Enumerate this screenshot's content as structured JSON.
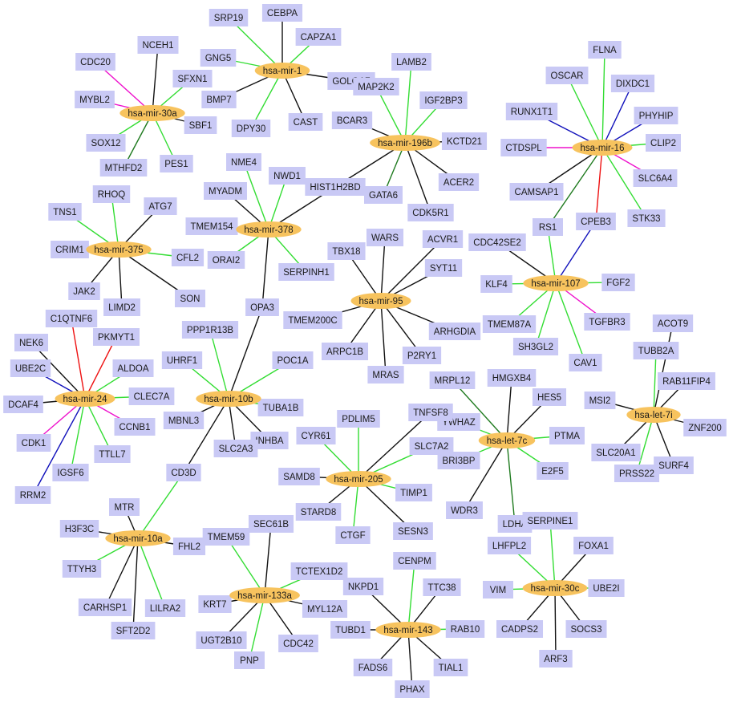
{
  "colors": {
    "background": "#ffffff",
    "gene_fill": "#c9c9f5",
    "mirna_fill": "#f7c35e",
    "edge_green": "#33dd33",
    "edge_darkgreen": "#1e7a1e",
    "edge_black": "#111111",
    "edge_red": "#ee1111",
    "edge_magenta": "#ee11cc",
    "edge_blue": "#1111bb"
  },
  "mirnas": [
    {
      "id": "mir1",
      "label": "hsa-mir-1"
    },
    {
      "id": "mir30a",
      "label": "hsa-mir-30a"
    },
    {
      "id": "mir196b",
      "label": "hsa-mir-196b"
    },
    {
      "id": "mir16",
      "label": "hsa-mir-16"
    },
    {
      "id": "mir378",
      "label": "hsa-mir-378"
    },
    {
      "id": "mir375",
      "label": "hsa-mir-375"
    },
    {
      "id": "mir95",
      "label": "hsa-mir-95"
    },
    {
      "id": "mir107",
      "label": "hsa-mir-107"
    },
    {
      "id": "mir24",
      "label": "hsa-mir-24"
    },
    {
      "id": "mir10b",
      "label": "hsa-mir-10b"
    },
    {
      "id": "let7c",
      "label": "hsa-let-7c"
    },
    {
      "id": "let7i",
      "label": "hsa-let-7i"
    },
    {
      "id": "mir205",
      "label": "hsa-mir-205"
    },
    {
      "id": "mir10a",
      "label": "hsa-mir-10a"
    },
    {
      "id": "mir133a",
      "label": "hsa-mir-133a"
    },
    {
      "id": "mir143",
      "label": "hsa-mir-143"
    },
    {
      "id": "mir30c",
      "label": "hsa-mir-30c"
    }
  ],
  "genes": [
    {
      "id": "SRP19",
      "label": "SRP19"
    },
    {
      "id": "CEBPA",
      "label": "CEBPA"
    },
    {
      "id": "CAPZA1",
      "label": "CAPZA1"
    },
    {
      "id": "GNG5",
      "label": "GNG5"
    },
    {
      "id": "GOLGA7",
      "label": "GOLGA7"
    },
    {
      "id": "BMP7",
      "label": "BMP7"
    },
    {
      "id": "CAST",
      "label": "CAST"
    },
    {
      "id": "DPY30",
      "label": "DPY30"
    },
    {
      "id": "NCEH1",
      "label": "NCEH1"
    },
    {
      "id": "CDC20",
      "label": "CDC20"
    },
    {
      "id": "SFXN1",
      "label": "SFXN1"
    },
    {
      "id": "MYBL2",
      "label": "MYBL2"
    },
    {
      "id": "SBF1",
      "label": "SBF1"
    },
    {
      "id": "SOX12",
      "label": "SOX12"
    },
    {
      "id": "MTHFD2",
      "label": "MTHFD2"
    },
    {
      "id": "PES1",
      "label": "PES1"
    },
    {
      "id": "LAMB2",
      "label": "LAMB2"
    },
    {
      "id": "MAP2K2",
      "label": "MAP2K2"
    },
    {
      "id": "IGF2BP3",
      "label": "IGF2BP3"
    },
    {
      "id": "BCAR3",
      "label": "BCAR3"
    },
    {
      "id": "KCTD21",
      "label": "KCTD21"
    },
    {
      "id": "HIST1H2BD",
      "label": "HIST1H2BD"
    },
    {
      "id": "ACER2",
      "label": "ACER2"
    },
    {
      "id": "GATA6",
      "label": "GATA6"
    },
    {
      "id": "CDK5R1",
      "label": "CDK5R1"
    },
    {
      "id": "FLNA",
      "label": "FLNA"
    },
    {
      "id": "OSCAR",
      "label": "OSCAR"
    },
    {
      "id": "DIXDC1",
      "label": "DIXDC1"
    },
    {
      "id": "RUNX1T1",
      "label": "RUNX1T1"
    },
    {
      "id": "PHYHIP",
      "label": "PHYHIP"
    },
    {
      "id": "CTDSPL",
      "label": "CTDSPL"
    },
    {
      "id": "CLIP2",
      "label": "CLIP2"
    },
    {
      "id": "SLC6A4",
      "label": "SLC6A4"
    },
    {
      "id": "CAMSAP1",
      "label": "CAMSAP1"
    },
    {
      "id": "STK33",
      "label": "STK33"
    },
    {
      "id": "RS1",
      "label": "RS1"
    },
    {
      "id": "CPEB3",
      "label": "CPEB3"
    },
    {
      "id": "NME4",
      "label": "NME4"
    },
    {
      "id": "NWD1",
      "label": "NWD1"
    },
    {
      "id": "MYADM",
      "label": "MYADM"
    },
    {
      "id": "TMEM154",
      "label": "TMEM154"
    },
    {
      "id": "SERPINH1",
      "label": "SERPINH1"
    },
    {
      "id": "ORAI2",
      "label": "ORAI2"
    },
    {
      "id": "OPA3",
      "label": "OPA3"
    },
    {
      "id": "RHOQ",
      "label": "RHOQ"
    },
    {
      "id": "TNS1",
      "label": "TNS1"
    },
    {
      "id": "ATG7",
      "label": "ATG7"
    },
    {
      "id": "CRIM1",
      "label": "CRIM1"
    },
    {
      "id": "CFL2",
      "label": "CFL2"
    },
    {
      "id": "JAK2",
      "label": "JAK2"
    },
    {
      "id": "LIMD2",
      "label": "LIMD2"
    },
    {
      "id": "SON",
      "label": "SON"
    },
    {
      "id": "WARS",
      "label": "WARS"
    },
    {
      "id": "TBX18",
      "label": "TBX18"
    },
    {
      "id": "ACVR1",
      "label": "ACVR1"
    },
    {
      "id": "SYT11",
      "label": "SYT11"
    },
    {
      "id": "TMEM200C",
      "label": "TMEM200C"
    },
    {
      "id": "ARHGDIA",
      "label": "ARHGDIA"
    },
    {
      "id": "ARPC1B",
      "label": "ARPC1B"
    },
    {
      "id": "P2RY1",
      "label": "P2RY1"
    },
    {
      "id": "MRAS",
      "label": "MRAS"
    },
    {
      "id": "CDC42SE2",
      "label": "CDC42SE2"
    },
    {
      "id": "KLF4",
      "label": "KLF4"
    },
    {
      "id": "FGF2",
      "label": "FGF2"
    },
    {
      "id": "TMEM87A",
      "label": "TMEM87A"
    },
    {
      "id": "TGFBR3",
      "label": "TGFBR3"
    },
    {
      "id": "SH3GL2",
      "label": "SH3GL2"
    },
    {
      "id": "CAV1",
      "label": "CAV1"
    },
    {
      "id": "C1QTNF6",
      "label": "C1QTNF6"
    },
    {
      "id": "NEK6",
      "label": "NEK6"
    },
    {
      "id": "PKMYT1",
      "label": "PKMYT1"
    },
    {
      "id": "UBE2C",
      "label": "UBE2C"
    },
    {
      "id": "ALDOA",
      "label": "ALDOA"
    },
    {
      "id": "DCAF4",
      "label": "DCAF4"
    },
    {
      "id": "CLEC7A",
      "label": "CLEC7A"
    },
    {
      "id": "CCNB1",
      "label": "CCNB1"
    },
    {
      "id": "CDK1",
      "label": "CDK1"
    },
    {
      "id": "TTLL7",
      "label": "TTLL7"
    },
    {
      "id": "IGSF6",
      "label": "IGSF6"
    },
    {
      "id": "RRM2",
      "label": "RRM2"
    },
    {
      "id": "PPP1R13B",
      "label": "PPP1R13B"
    },
    {
      "id": "UHRF1",
      "label": "UHRF1"
    },
    {
      "id": "POC1A",
      "label": "POC1A"
    },
    {
      "id": "TUBA1B",
      "label": "TUBA1B"
    },
    {
      "id": "MBNL3",
      "label": "MBNL3"
    },
    {
      "id": "INHBA",
      "label": "INHBA"
    },
    {
      "id": "SLC2A3",
      "label": "SLC2A3"
    },
    {
      "id": "CD3D",
      "label": "CD3D"
    },
    {
      "id": "MRPL12",
      "label": "MRPL12"
    },
    {
      "id": "HMGXB4",
      "label": "HMGXB4"
    },
    {
      "id": "HES5",
      "label": "HES5"
    },
    {
      "id": "YWHAZ",
      "label": "YWHAZ"
    },
    {
      "id": "PTMA",
      "label": "PTMA"
    },
    {
      "id": "BRI3BP",
      "label": "BRI3BP"
    },
    {
      "id": "E2F5",
      "label": "E2F5"
    },
    {
      "id": "WDR3",
      "label": "WDR3"
    },
    {
      "id": "LDHA",
      "label": "LDHA"
    },
    {
      "id": "ACOT9",
      "label": "ACOT9"
    },
    {
      "id": "TUBB2A",
      "label": "TUBB2A"
    },
    {
      "id": "RAB11FIP4",
      "label": "RAB11FIP4"
    },
    {
      "id": "MSI2",
      "label": "MSI2"
    },
    {
      "id": "ZNF200",
      "label": "ZNF200"
    },
    {
      "id": "SLC20A1",
      "label": "SLC20A1"
    },
    {
      "id": "SURF4",
      "label": "SURF4"
    },
    {
      "id": "PRSS22",
      "label": "PRSS22"
    },
    {
      "id": "PDLIM5",
      "label": "PDLIM5"
    },
    {
      "id": "TNFSF8",
      "label": "TNFSF8"
    },
    {
      "id": "CYR61",
      "label": "CYR61"
    },
    {
      "id": "SLC7A2",
      "label": "SLC7A2"
    },
    {
      "id": "SAMD8",
      "label": "SAMD8"
    },
    {
      "id": "TIMP1",
      "label": "TIMP1"
    },
    {
      "id": "STARD8",
      "label": "STARD8"
    },
    {
      "id": "CTGF",
      "label": "CTGF"
    },
    {
      "id": "SESN3",
      "label": "SESN3"
    },
    {
      "id": "MTR",
      "label": "MTR"
    },
    {
      "id": "H3F3C",
      "label": "H3F3C"
    },
    {
      "id": "TTYH3",
      "label": "TTYH3"
    },
    {
      "id": "FHL2",
      "label": "FHL2"
    },
    {
      "id": "CARHSP1",
      "label": "CARHSP1"
    },
    {
      "id": "LILRA2",
      "label": "LILRA2"
    },
    {
      "id": "SFT2D2",
      "label": "SFT2D2"
    },
    {
      "id": "SEC61B",
      "label": "SEC61B"
    },
    {
      "id": "TMEM59",
      "label": "TMEM59"
    },
    {
      "id": "TCTEX1D2",
      "label": "TCTEX1D2"
    },
    {
      "id": "KRT7",
      "label": "KRT7"
    },
    {
      "id": "MYL12A",
      "label": "MYL12A"
    },
    {
      "id": "UGT2B10",
      "label": "UGT2B10"
    },
    {
      "id": "CDC42",
      "label": "CDC42"
    },
    {
      "id": "PNP",
      "label": "PNP"
    },
    {
      "id": "CENPM",
      "label": "CENPM"
    },
    {
      "id": "NKPD1",
      "label": "NKPD1"
    },
    {
      "id": "TTC38",
      "label": "TTC38"
    },
    {
      "id": "TUBD1",
      "label": "TUBD1"
    },
    {
      "id": "RAB10",
      "label": "RAB10"
    },
    {
      "id": "FADS6",
      "label": "FADS6"
    },
    {
      "id": "TIAL1",
      "label": "TIAL1"
    },
    {
      "id": "PHAX",
      "label": "PHAX"
    },
    {
      "id": "SERPINE1",
      "label": "SERPINE1"
    },
    {
      "id": "LHFPL2",
      "label": "LHFPL2"
    },
    {
      "id": "FOXA1",
      "label": "FOXA1"
    },
    {
      "id": "VIM",
      "label": "VIM"
    },
    {
      "id": "UBE2I",
      "label": "UBE2I"
    },
    {
      "id": "CADPS2",
      "label": "CADPS2"
    },
    {
      "id": "SOCS3",
      "label": "SOCS3"
    },
    {
      "id": "ARF3",
      "label": "ARF3"
    }
  ],
  "edges": [
    [
      "mir1",
      "SRP19",
      "green"
    ],
    [
      "mir1",
      "CEBPA",
      "black"
    ],
    [
      "mir1",
      "CAPZA1",
      "green"
    ],
    [
      "mir1",
      "GNG5",
      "green"
    ],
    [
      "mir1",
      "GOLGA7",
      "black"
    ],
    [
      "mir1",
      "BMP7",
      "black"
    ],
    [
      "mir1",
      "CAST",
      "black"
    ],
    [
      "mir1",
      "DPY30",
      "green"
    ],
    [
      "mir30a",
      "NCEH1",
      "black"
    ],
    [
      "mir30a",
      "CDC20",
      "magenta"
    ],
    [
      "mir30a",
      "SFXN1",
      "green"
    ],
    [
      "mir30a",
      "MYBL2",
      "magenta"
    ],
    [
      "mir30a",
      "SBF1",
      "black"
    ],
    [
      "mir30a",
      "SOX12",
      "green"
    ],
    [
      "mir30a",
      "MTHFD2",
      "darkgreen"
    ],
    [
      "mir30a",
      "PES1",
      "green"
    ],
    [
      "mir196b",
      "LAMB2",
      "green"
    ],
    [
      "mir196b",
      "MAP2K2",
      "green"
    ],
    [
      "mir196b",
      "IGF2BP3",
      "green"
    ],
    [
      "mir196b",
      "BCAR3",
      "black"
    ],
    [
      "mir196b",
      "KCTD21",
      "black"
    ],
    [
      "mir196b",
      "HIST1H2BD",
      "black"
    ],
    [
      "mir196b",
      "ACER2",
      "black"
    ],
    [
      "mir196b",
      "GATA6",
      "darkgreen"
    ],
    [
      "mir196b",
      "CDK5R1",
      "black"
    ],
    [
      "mir16",
      "FLNA",
      "green"
    ],
    [
      "mir16",
      "OSCAR",
      "green"
    ],
    [
      "mir16",
      "DIXDC1",
      "blue"
    ],
    [
      "mir16",
      "RUNX1T1",
      "blue"
    ],
    [
      "mir16",
      "PHYHIP",
      "blue"
    ],
    [
      "mir16",
      "CTDSPL",
      "magenta"
    ],
    [
      "mir16",
      "CLIP2",
      "green"
    ],
    [
      "mir16",
      "SLC6A4",
      "magenta"
    ],
    [
      "mir16",
      "CAMSAP1",
      "black"
    ],
    [
      "mir16",
      "STK33",
      "green"
    ],
    [
      "mir16",
      "RS1",
      "darkgreen"
    ],
    [
      "mir16",
      "CPEB3",
      "red"
    ],
    [
      "mir378",
      "NME4",
      "green"
    ],
    [
      "mir378",
      "NWD1",
      "green"
    ],
    [
      "mir378",
      "MYADM",
      "black"
    ],
    [
      "mir378",
      "TMEM154",
      "black"
    ],
    [
      "mir378",
      "HIST1H2BD",
      "black"
    ],
    [
      "mir378",
      "SERPINH1",
      "green"
    ],
    [
      "mir378",
      "ORAI2",
      "green"
    ],
    [
      "mir378",
      "OPA3",
      "black"
    ],
    [
      "mir375",
      "RHOQ",
      "green"
    ],
    [
      "mir375",
      "TNS1",
      "green"
    ],
    [
      "mir375",
      "ATG7",
      "black"
    ],
    [
      "mir375",
      "CRIM1",
      "black"
    ],
    [
      "mir375",
      "CFL2",
      "green"
    ],
    [
      "mir375",
      "JAK2",
      "black"
    ],
    [
      "mir375",
      "LIMD2",
      "black"
    ],
    [
      "mir375",
      "SON",
      "black"
    ],
    [
      "mir95",
      "WARS",
      "black"
    ],
    [
      "mir95",
      "TBX18",
      "black"
    ],
    [
      "mir95",
      "ACVR1",
      "black"
    ],
    [
      "mir95",
      "SYT11",
      "black"
    ],
    [
      "mir95",
      "TMEM200C",
      "black"
    ],
    [
      "mir95",
      "ARHGDIA",
      "black"
    ],
    [
      "mir95",
      "ARPC1B",
      "black"
    ],
    [
      "mir95",
      "P2RY1",
      "black"
    ],
    [
      "mir95",
      "MRAS",
      "black"
    ],
    [
      "mir107",
      "RS1",
      "green"
    ],
    [
      "mir107",
      "CPEB3",
      "blue"
    ],
    [
      "mir107",
      "CDC42SE2",
      "black"
    ],
    [
      "mir107",
      "KLF4",
      "green"
    ],
    [
      "mir107",
      "FGF2",
      "green"
    ],
    [
      "mir107",
      "TMEM87A",
      "green"
    ],
    [
      "mir107",
      "TGFBR3",
      "magenta"
    ],
    [
      "mir107",
      "SH3GL2",
      "green"
    ],
    [
      "mir107",
      "CAV1",
      "green"
    ],
    [
      "mir24",
      "C1QTNF6",
      "red"
    ],
    [
      "mir24",
      "NEK6",
      "black"
    ],
    [
      "mir24",
      "PKMYT1",
      "red"
    ],
    [
      "mir24",
      "UBE2C",
      "blue"
    ],
    [
      "mir24",
      "ALDOA",
      "green"
    ],
    [
      "mir24",
      "DCAF4",
      "black"
    ],
    [
      "mir24",
      "CLEC7A",
      "green"
    ],
    [
      "mir24",
      "CCNB1",
      "magenta"
    ],
    [
      "mir24",
      "CDK1",
      "magenta"
    ],
    [
      "mir24",
      "TTLL7",
      "green"
    ],
    [
      "mir24",
      "IGSF6",
      "green"
    ],
    [
      "mir24",
      "RRM2",
      "blue"
    ],
    [
      "mir10b",
      "OPA3",
      "black"
    ],
    [
      "mir10b",
      "PPP1R13B",
      "green"
    ],
    [
      "mir10b",
      "UHRF1",
      "green"
    ],
    [
      "mir10b",
      "POC1A",
      "green"
    ],
    [
      "mir10b",
      "TUBA1B",
      "green"
    ],
    [
      "mir10b",
      "MBNL3",
      "black"
    ],
    [
      "mir10b",
      "INHBA",
      "black"
    ],
    [
      "mir10b",
      "SLC2A3",
      "black"
    ],
    [
      "mir10b",
      "CD3D",
      "black"
    ],
    [
      "let7c",
      "MRPL12",
      "darkgreen"
    ],
    [
      "let7c",
      "HMGXB4",
      "black"
    ],
    [
      "let7c",
      "HES5",
      "black"
    ],
    [
      "let7c",
      "YWHAZ",
      "green"
    ],
    [
      "let7c",
      "PTMA",
      "green"
    ],
    [
      "let7c",
      "BRI3BP",
      "green"
    ],
    [
      "let7c",
      "E2F5",
      "green"
    ],
    [
      "let7c",
      "WDR3",
      "black"
    ],
    [
      "let7c",
      "LDHA",
      "darkgreen"
    ],
    [
      "let7i",
      "ACOT9",
      "black"
    ],
    [
      "let7i",
      "TUBB2A",
      "green"
    ],
    [
      "let7i",
      "RAB11FIP4",
      "black"
    ],
    [
      "let7i",
      "MSI2",
      "black"
    ],
    [
      "let7i",
      "ZNF200",
      "black"
    ],
    [
      "let7i",
      "SLC20A1",
      "black"
    ],
    [
      "let7i",
      "SURF4",
      "black"
    ],
    [
      "let7i",
      "PRSS22",
      "green"
    ],
    [
      "mir205",
      "PDLIM5",
      "green"
    ],
    [
      "mir205",
      "TNFSF8",
      "black"
    ],
    [
      "mir205",
      "CYR61",
      "green"
    ],
    [
      "mir205",
      "SLC7A2",
      "green"
    ],
    [
      "mir205",
      "SAMD8",
      "black"
    ],
    [
      "mir205",
      "TIMP1",
      "green"
    ],
    [
      "mir205",
      "STARD8",
      "black"
    ],
    [
      "mir205",
      "CTGF",
      "green"
    ],
    [
      "mir205",
      "SESN3",
      "black"
    ],
    [
      "mir10a",
      "CD3D",
      "green"
    ],
    [
      "mir10a",
      "MTR",
      "black"
    ],
    [
      "mir10a",
      "H3F3C",
      "black"
    ],
    [
      "mir10a",
      "TTYH3",
      "green"
    ],
    [
      "mir10a",
      "FHL2",
      "black"
    ],
    [
      "mir10a",
      "CARHSP1",
      "black"
    ],
    [
      "mir10a",
      "LILRA2",
      "green"
    ],
    [
      "mir10a",
      "SFT2D2",
      "black"
    ],
    [
      "mir133a",
      "SEC61B",
      "black"
    ],
    [
      "mir133a",
      "TMEM59",
      "green"
    ],
    [
      "mir133a",
      "TCTEX1D2",
      "green"
    ],
    [
      "mir133a",
      "KRT7",
      "black"
    ],
    [
      "mir133a",
      "MYL12A",
      "black"
    ],
    [
      "mir133a",
      "UGT2B10",
      "black"
    ],
    [
      "mir133a",
      "CDC42",
      "black"
    ],
    [
      "mir133a",
      "PNP",
      "green"
    ],
    [
      "mir143",
      "CENPM",
      "green"
    ],
    [
      "mir143",
      "NKPD1",
      "black"
    ],
    [
      "mir143",
      "TTC38",
      "black"
    ],
    [
      "mir143",
      "TUBD1",
      "black"
    ],
    [
      "mir143",
      "RAB10",
      "green"
    ],
    [
      "mir143",
      "FADS6",
      "black"
    ],
    [
      "mir143",
      "TIAL1",
      "black"
    ],
    [
      "mir143",
      "PHAX",
      "black"
    ],
    [
      "mir30c",
      "SERPINE1",
      "green"
    ],
    [
      "mir30c",
      "LHFPL2",
      "green"
    ],
    [
      "mir30c",
      "FOXA1",
      "black"
    ],
    [
      "mir30c",
      "VIM",
      "green"
    ],
    [
      "mir30c",
      "UBE2I",
      "green"
    ],
    [
      "mir30c",
      "CADPS2",
      "black"
    ],
    [
      "mir30c",
      "SOCS3",
      "black"
    ],
    [
      "mir30c",
      "ARF3",
      "black"
    ]
  ]
}
